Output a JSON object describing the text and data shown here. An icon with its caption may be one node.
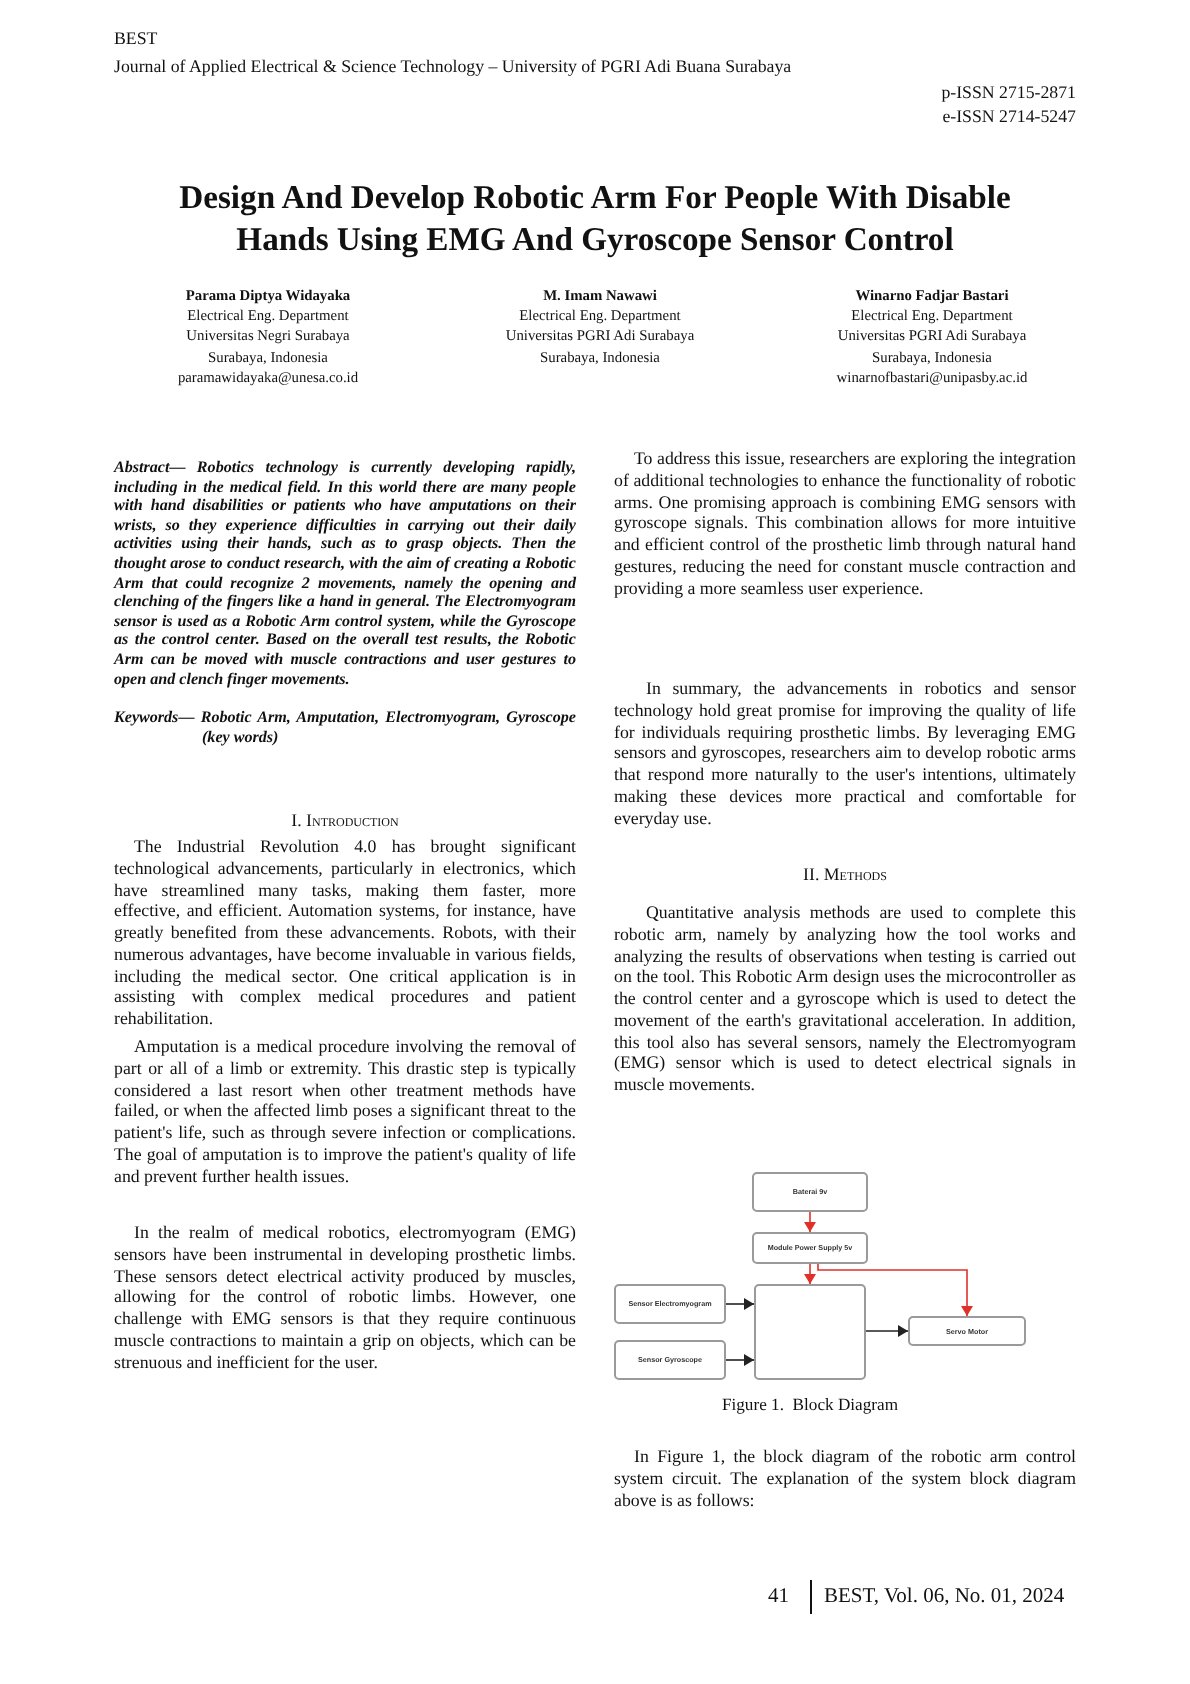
{
  "diagram": {
    "title": "Design And Develop Robotic Arm For People With Disable Hands Using EMG And Gyroscope Sensor Control",
    "caption": "Figure 1.  Block Diagram",
    "nodes": [
      {
        "text": [
          "Baterai 9v"
        ]
      },
      {
        "text": [
          "Module Power Supply 5v"
        ]
      },
      {
        "text": [
          "Sensor Electromyogram"
        ]
      },
      {
        "text": [],
        "shape": "box"
      },
      {
        "text": [
          "Servo Motor"
        ]
      },
      {
        "text": [
          "Sensor Gyroscope"
        ]
      }
    ],
    "edges": [
      {
        "from": 0,
        "to": 1,
        "arrow": "to",
        "color": "#e0302a"
      },
      {
        "from": 1,
        "to": 3,
        "arrow": "to",
        "color": "#e0302a"
      },
      {
        "from": 1,
        "to": 4,
        "arrow": "to",
        "color": "#e0302a"
      },
      {
        "from": 2,
        "to": 3,
        "arrow": "to",
        "color": "#222222"
      },
      {
        "from": 5,
        "to": 3,
        "arrow": "to",
        "color": "#222222"
      },
      {
        "from": 3,
        "to": 4,
        "arrow": "to",
        "color": "#222222"
      }
    ],
    "labels": [
      "BEST",
      "Journal of Applied Electrical & Science Technology – University of PGRI Adi Buana Surabaya",
      "p-ISSN 2715-2871",
      "e-ISSN 2714-5247",
      "Parama Diptya Widayaka",
      "Electrical Eng. Department",
      "Universitas Negri Surabaya",
      "Surabaya, Indonesia",
      "paramawidayaka@unesa.co.id",
      "M. Imam Nawawi",
      "Electrical Eng. Department",
      "Universitas PGRI Adi Surabaya",
      "Surabaya, Indonesia",
      "Winarno Fadjar Bastari",
      "Electrical Eng. Department",
      "Universitas PGRI Adi Surabaya",
      "Surabaya, Indonesia",
      "winarnofbastari@unipasby.ac.id",
      "Abstract— Robotics technology is currently developing rapidly, including in the medical field. In this world there are many people with hand disabilities or patients who have amputations on their wrists, so they experience difficulties in carrying out their daily activities using their hands, such as to grasp objects. Then the thought arose to conduct research, with the aim of creating a Robotic Arm that could recognize 2 movements, namely the opening and clenching of the fingers like a hand in general. The Electromyogram sensor is used as a Robotic Arm control system, while the Gyroscope as the control center. Based on the overall test results, the Robotic Arm can be moved with muscle contractions and user gestures to open and clench finger movements.",
      "Keywords— Robotic Arm, Amputation, Electromyogram, Gyroscope (key words)",
      "I. Introduction",
      "The Industrial Revolution 4.0 has brought significant technological advancements, particularly in electronics, which have streamlined many tasks, making them faster, more effective, and efficient. Automation systems, for instance, have greatly benefited from these advancements. Robots, with their numerous advantages, have become invaluable in various fields, including the medical sector. One critical application is in assisting with complex medical procedures and patient rehabilitation.",
      "Amputation is a medical procedure involving the removal of part or all of a limb or extremity. This drastic step is typically considered a last resort when other treatment methods have failed, or when the affected limb poses a significant threat to the patient's life, such as through severe infection or complications. The goal of amputation is to improve the patient's quality of life and prevent further health issues.",
      "In the realm of medical robotics, electromyogram (EMG) sensors have been instrumental in developing prosthetic limbs. These sensors detect electrical activity produced by muscles, allowing for the control of robotic limbs. However, one challenge with EMG sensors is that they require continuous muscle contractions to maintain a grip on objects, which can be strenuous and inefficient for the user.",
      "To address this issue, researchers are exploring the integration of additional technologies to enhance the functionality of robotic arms. One promising approach is combining EMG sensors with gyroscope signals. This combination allows for more intuitive and efficient control of the prosthetic limb through natural hand gestures, reducing the need for constant muscle contraction and providing a more seamless user experience.",
      "In summary, the advancements in robotics and sensor technology hold great promise for improving the quality of life for individuals requiring prosthetic limbs. By leveraging EMG sensors and gyroscopes, researchers aim to develop robotic arms that respond more naturally to the user's intentions, ultimately making these devices more practical and comfortable for everyday use.",
      "II. Methods",
      "Quantitative analysis methods are used to complete this robotic arm, namely by analyzing how the tool works and analyzing the results of observations when testing is carried out on the tool. This Robotic Arm design uses the microcontroller as the control center and a gyroscope which is used to detect the movement of the earth's gravitational acceleration. In addition, this tool also has several sensors, namely the Electromyogram (EMG) sensor which is used to detect electrical signals in muscle movements.",
      "In Figure 1, the block diagram of the robotic arm control system circuit. The explanation of the system block diagram above is as follows:",
      "41",
      "BEST, Vol. 06, No. 01, 2024"
    ]
  }
}
